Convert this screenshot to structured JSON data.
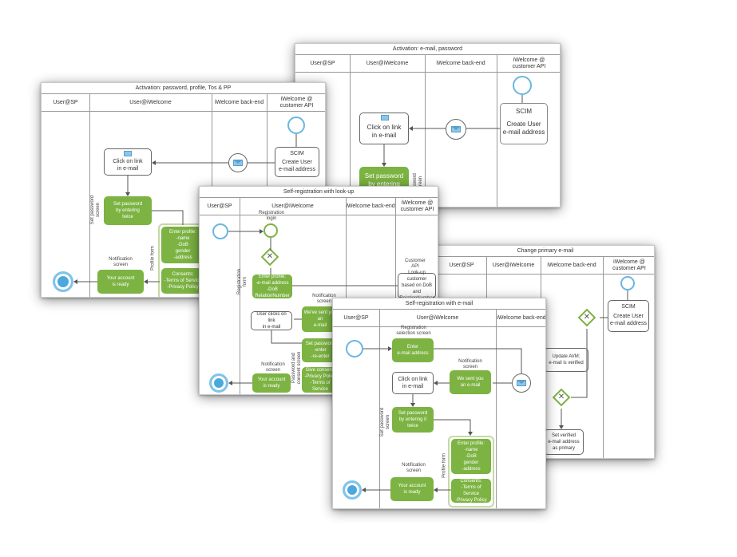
{
  "cards": {
    "a": {
      "title": "Activation: password, profile, Tos & PP",
      "lanes": [
        "User@SP",
        "User@iWelcome",
        "iWelcome back-end",
        "iWelcome @\ncustomer API"
      ],
      "scim": "SCIM",
      "create_user": "Create User\ne-mail address",
      "click_link": "Click on link\nin e-mail",
      "set_password": "Set password\nby entering\ntwice",
      "set_password_label": "Set password\nscreen",
      "enter_profile": "Enter profile:\n-name\n-DoB\ngender\n-address",
      "profile_form_label": "Profile form",
      "consents": "Consents:\n-Terms of Service\n-Privacy Policy",
      "notification_label": "Notification\nscreen",
      "account_ready": "Your account\nis ready"
    },
    "b": {
      "title": "Activation: e-mail, password",
      "lanes": [
        "User@SP",
        "User@iWelcome",
        "iWelcome back-end",
        "iWelcome @\ncustomer API"
      ],
      "scim": "SCIM",
      "create_user": "Create User\ne-mail address",
      "click_link": "Click on link\nin e-mail",
      "set_password": "Set password\nby entering",
      "side_label": "password\nscreen"
    },
    "c": {
      "title": "Self-registration with look-up",
      "lanes": [
        "User@SP",
        "User@iWelcome",
        "iWelcome back-end",
        "iWelcome @\ncustomer API"
      ],
      "registration_label": "Registration\nlogin",
      "enter_profile": "Enter profile:\n-e-mail address\n-DoB\nRelationNumber",
      "registration_form_label": "Registration\nform",
      "customer_api": "Customer\nAPI",
      "lookup": "Look-up customer\nbased on DoB and\nRelationNumber",
      "notification_label_1": "Notification\nscreen",
      "we_sent": "We've sent you\nan\ne-mail",
      "user_clicks": "User clicks on link\nin e-mail",
      "set_password": "Set password\n-enter\n-re-enter",
      "password_label": "Password and\nconsent screen",
      "give_consent": "Give consent:\n-Privacy Policy\n-Terms of Service",
      "notification_label_2": "Notification\nscreen",
      "account_ready": "Your account\nis ready"
    },
    "d": {
      "title": "Change primary e-mail",
      "lanes": [
        "User@SP",
        "User@iWelcome",
        "iWelcome back-end",
        "iWelcome @\ncustomer API"
      ],
      "scim": "SCIM",
      "create_user": "Create User\ne-mail address",
      "update_avm": "Update AVM:\ne-mail is verified",
      "set_verified": "Set verified\ne-mail address\nas primary"
    },
    "e": {
      "title": "Self-registration with e-mail",
      "lanes": [
        "User@SP",
        "User@iWelcome",
        "iWelcome back-end"
      ],
      "registration_label": "Registration\nselection screen",
      "enter_email": "Enter\ne-mail address",
      "notification_label_1": "Notification\nscreen",
      "we_sent": "We sent you\nan e-mail",
      "click_link": "Click on link\nin e-mail",
      "set_password": "Set password\nby entering it\ntwice",
      "set_password_label": "Set password\nscreen",
      "enter_profile": "Enter profile:\n-name\n-DoB\ngender\n-address",
      "profile_form_label": "Profile form",
      "notification_label_2": "Notification\nscreen",
      "account_ready": "Your account\nis ready",
      "consents": "Consents:\n-Terms of Service\n-Privacy Policy"
    }
  },
  "colors": {
    "green": "#7cb342",
    "blue_event": "#6ab7e0",
    "lane_line": "#999999"
  }
}
